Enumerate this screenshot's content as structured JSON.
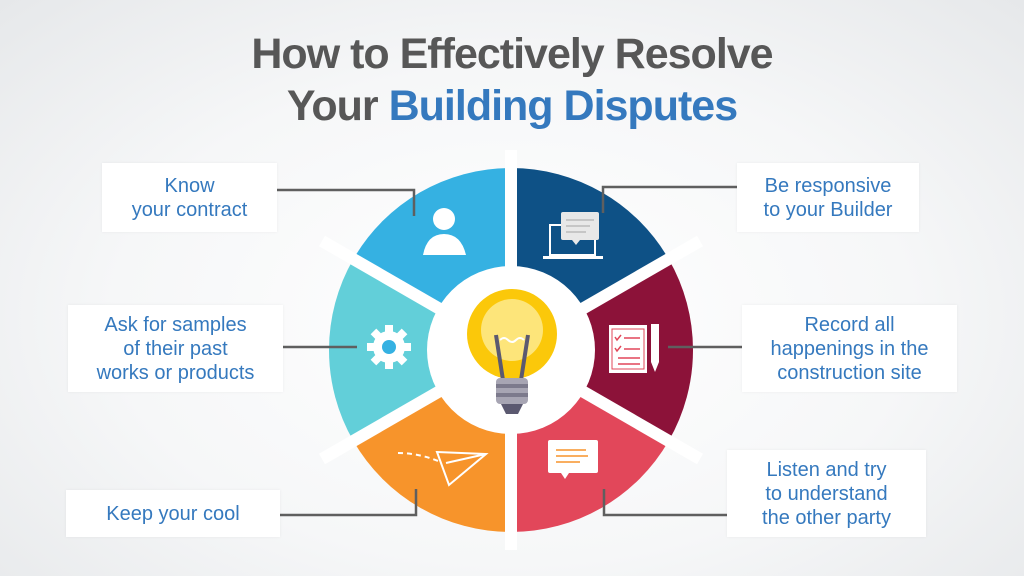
{
  "title": {
    "line1": "How to Effectively Resolve",
    "line2_plain": "Your",
    "line2_highlight": "Building Disputes"
  },
  "colors": {
    "title_gray": "#575757",
    "accent_blue": "#3579be",
    "connector": "#5f5f5f"
  },
  "center": {
    "icon": "lightbulb-icon"
  },
  "segments": [
    {
      "id": "know-contract",
      "lines": [
        "Know",
        "your contract"
      ],
      "color": "#0e5186",
      "icon": "person-icon"
    },
    {
      "id": "be-responsive",
      "lines": [
        "Be responsive",
        "to your Builder"
      ],
      "color": "#8c1239",
      "icon": "laptop-chat-icon"
    },
    {
      "id": "record",
      "lines": [
        "Record all",
        "happenings in the",
        "construction site"
      ],
      "color": "#e2475a",
      "icon": "checklist-pen-icon"
    },
    {
      "id": "listen",
      "lines": [
        "Listen and try",
        "to understand",
        "the other party"
      ],
      "color": "#f7942b",
      "icon": "message-icon"
    },
    {
      "id": "keep-cool",
      "lines": [
        "Keep your cool"
      ],
      "color": "#62cfd9",
      "icon": "paper-plane-icon"
    },
    {
      "id": "ask-samples",
      "lines": [
        "Ask for samples",
        "of their past",
        "works or products"
      ],
      "color": "#35b1e2",
      "icon": "gear-icon"
    }
  ]
}
